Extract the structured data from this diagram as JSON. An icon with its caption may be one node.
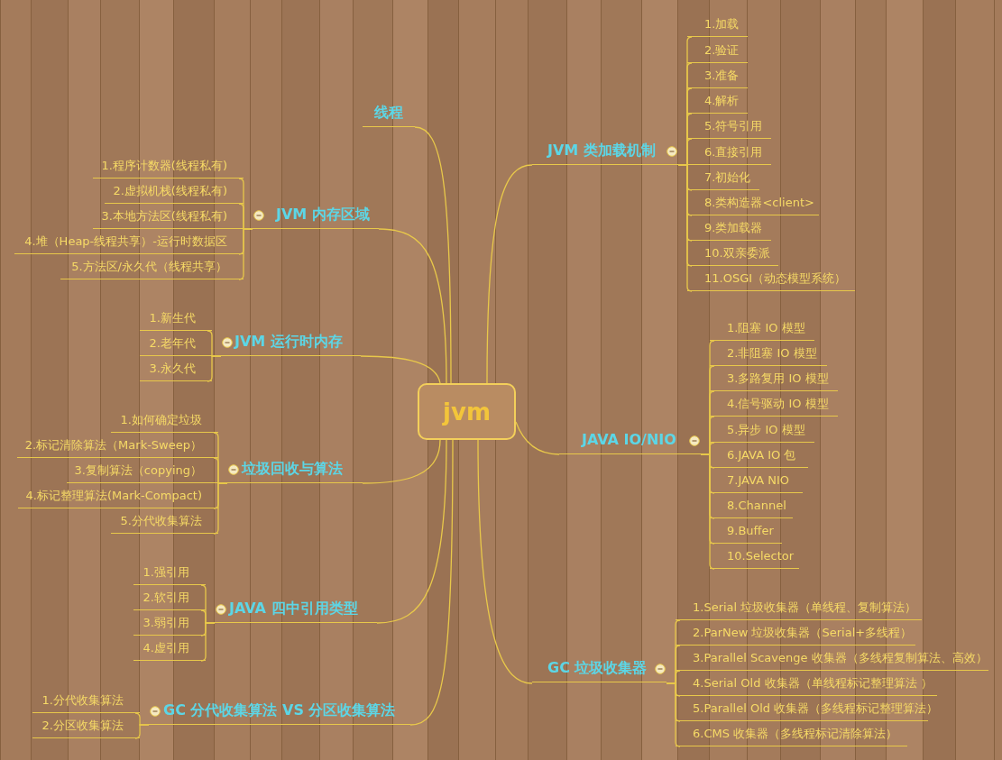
{
  "diagram": {
    "nodes": [
      {
        "text": [
          "jvm"
        ]
      },
      {
        "text": [
          "线程"
        ]
      },
      {
        "text": [
          "JVM 内存区域"
        ]
      },
      {
        "text": [
          "1.程序计数器(线程私有)"
        ]
      },
      {
        "text": [
          "2.虚拟机栈(线程私有)"
        ]
      },
      {
        "text": [
          "3.本地方法区(线程私有)"
        ]
      },
      {
        "text": [
          "4.堆（Heap-线程共享）-运行时数据区"
        ]
      },
      {
        "text": [
          "5.方法区/永久代（线程共享）"
        ]
      },
      {
        "text": [
          "JVM 运行时内存"
        ]
      },
      {
        "text": [
          "1.新生代"
        ]
      },
      {
        "text": [
          "2.老年代"
        ]
      },
      {
        "text": [
          "3.永久代"
        ]
      },
      {
        "text": [
          "垃圾回收与算法"
        ]
      },
      {
        "text": [
          "1.如何确定垃圾"
        ]
      },
      {
        "text": [
          "2.标记清除算法（Mark-Sweep）"
        ]
      },
      {
        "text": [
          "3.复制算法（copying）"
        ]
      },
      {
        "text": [
          "4.标记整理算法(Mark-Compact)"
        ]
      },
      {
        "text": [
          "5.分代收集算法"
        ]
      },
      {
        "text": [
          "JAVA 四中引用类型"
        ]
      },
      {
        "text": [
          "1.强引用"
        ]
      },
      {
        "text": [
          "2.软引用"
        ]
      },
      {
        "text": [
          "3.弱引用"
        ]
      },
      {
        "text": [
          "4.虚引用"
        ]
      },
      {
        "text": [
          "GC 分代收集算法 VS 分区收集算法"
        ]
      },
      {
        "text": [
          "1.分代收集算法"
        ]
      },
      {
        "text": [
          "2.分区收集算法"
        ]
      },
      {
        "text": [
          "JVM 类加载机制"
        ]
      },
      {
        "text": [
          "1.加载"
        ]
      },
      {
        "text": [
          "2.验证"
        ]
      },
      {
        "text": [
          "3.准备"
        ]
      },
      {
        "text": [
          "4.解析"
        ]
      },
      {
        "text": [
          "5.符号引用"
        ]
      },
      {
        "text": [
          "6.直接引用"
        ]
      },
      {
        "text": [
          "7.初始化"
        ]
      },
      {
        "text": [
          "8.类构造器<client>"
        ]
      },
      {
        "text": [
          "9.类加载器"
        ]
      },
      {
        "text": [
          "10.双亲委派"
        ]
      },
      {
        "text": [
          "11.OSGI（动态模型系统）"
        ]
      },
      {
        "text": [
          "JAVA IO/NIO"
        ]
      },
      {
        "text": [
          "1.阻塞 IO 模型"
        ]
      },
      {
        "text": [
          "2.非阻塞 IO 模型"
        ]
      },
      {
        "text": [
          "3.多路复用 IO 模型"
        ]
      },
      {
        "text": [
          "4.信号驱动 IO 模型"
        ]
      },
      {
        "text": [
          "5.异步 IO 模型"
        ]
      },
      {
        "text": [
          "6.JAVA IO 包"
        ]
      },
      {
        "text": [
          "7.JAVA NIO"
        ]
      },
      {
        "text": [
          "8.Channel"
        ]
      },
      {
        "text": [
          "9.Buffer"
        ]
      },
      {
        "text": [
          "10.Selector"
        ]
      },
      {
        "text": [
          "GC 垃圾收集器"
        ]
      },
      {
        "text": [
          "1.Serial 垃圾收集器（单线程、复制算法）"
        ]
      },
      {
        "text": [
          "2.ParNew 垃圾收集器（Serial+多线程）"
        ]
      },
      {
        "text": [
          "3.Parallel Scavenge 收集器（多线程复制算法、高效）"
        ]
      },
      {
        "text": [
          "4.Serial Old 收集器（单线程标记整理算法 ）"
        ]
      },
      {
        "text": [
          "5.Parallel Old 收集器（多线程标记整理算法）"
        ]
      },
      {
        "text": [
          "6.CMS 收集器（多线程标记清除算法）"
        ]
      }
    ],
    "edges": [
      {
        "from": 0,
        "to": 1,
        "arrow": "none"
      },
      {
        "from": 0,
        "to": 2,
        "arrow": "none"
      },
      {
        "from": 2,
        "to": 3,
        "arrow": "none"
      },
      {
        "from": 2,
        "to": 4,
        "arrow": "none"
      },
      {
        "from": 2,
        "to": 5,
        "arrow": "none"
      },
      {
        "from": 2,
        "to": 6,
        "arrow": "none"
      },
      {
        "from": 2,
        "to": 7,
        "arrow": "none"
      },
      {
        "from": 0,
        "to": 8,
        "arrow": "none"
      },
      {
        "from": 8,
        "to": 9,
        "arrow": "none"
      },
      {
        "from": 8,
        "to": 10,
        "arrow": "none"
      },
      {
        "from": 8,
        "to": 11,
        "arrow": "none"
      },
      {
        "from": 0,
        "to": 12,
        "arrow": "none"
      },
      {
        "from": 12,
        "to": 13,
        "arrow": "none"
      },
      {
        "from": 12,
        "to": 14,
        "arrow": "none"
      },
      {
        "from": 12,
        "to": 15,
        "arrow": "none"
      },
      {
        "from": 12,
        "to": 16,
        "arrow": "none"
      },
      {
        "from": 12,
        "to": 17,
        "arrow": "none"
      },
      {
        "from": 0,
        "to": 18,
        "arrow": "none"
      },
      {
        "from": 18,
        "to": 19,
        "arrow": "none"
      },
      {
        "from": 18,
        "to": 20,
        "arrow": "none"
      },
      {
        "from": 18,
        "to": 21,
        "arrow": "none"
      },
      {
        "from": 18,
        "to": 22,
        "arrow": "none"
      },
      {
        "from": 0,
        "to": 23,
        "arrow": "none"
      },
      {
        "from": 23,
        "to": 24,
        "arrow": "none"
      },
      {
        "from": 23,
        "to": 25,
        "arrow": "none"
      },
      {
        "from": 0,
        "to": 26,
        "arrow": "none"
      },
      {
        "from": 26,
        "to": 27,
        "arrow": "none"
      },
      {
        "from": 26,
        "to": 28,
        "arrow": "none"
      },
      {
        "from": 26,
        "to": 29,
        "arrow": "none"
      },
      {
        "from": 26,
        "to": 30,
        "arrow": "none"
      },
      {
        "from": 26,
        "to": 31,
        "arrow": "none"
      },
      {
        "from": 26,
        "to": 32,
        "arrow": "none"
      },
      {
        "from": 26,
        "to": 33,
        "arrow": "none"
      },
      {
        "from": 26,
        "to": 34,
        "arrow": "none"
      },
      {
        "from": 26,
        "to": 35,
        "arrow": "none"
      },
      {
        "from": 26,
        "to": 36,
        "arrow": "none"
      },
      {
        "from": 26,
        "to": 37,
        "arrow": "none"
      },
      {
        "from": 0,
        "to": 38,
        "arrow": "none"
      },
      {
        "from": 38,
        "to": 39,
        "arrow": "none"
      },
      {
        "from": 38,
        "to": 40,
        "arrow": "none"
      },
      {
        "from": 38,
        "to": 41,
        "arrow": "none"
      },
      {
        "from": 38,
        "to": 42,
        "arrow": "none"
      },
      {
        "from": 38,
        "to": 43,
        "arrow": "none"
      },
      {
        "from": 38,
        "to": 44,
        "arrow": "none"
      },
      {
        "from": 38,
        "to": 45,
        "arrow": "none"
      },
      {
        "from": 38,
        "to": 46,
        "arrow": "none"
      },
      {
        "from": 38,
        "to": 47,
        "arrow": "none"
      },
      {
        "from": 38,
        "to": 48,
        "arrow": "none"
      },
      {
        "from": 0,
        "to": 49,
        "arrow": "none"
      },
      {
        "from": 49,
        "to": 50,
        "arrow": "none"
      },
      {
        "from": 49,
        "to": 51,
        "arrow": "none"
      },
      {
        "from": 49,
        "to": 52,
        "arrow": "none"
      },
      {
        "from": 49,
        "to": 53,
        "arrow": "none"
      },
      {
        "from": 49,
        "to": 54,
        "arrow": "none"
      },
      {
        "from": 49,
        "to": 55,
        "arrow": "none"
      }
    ]
  }
}
